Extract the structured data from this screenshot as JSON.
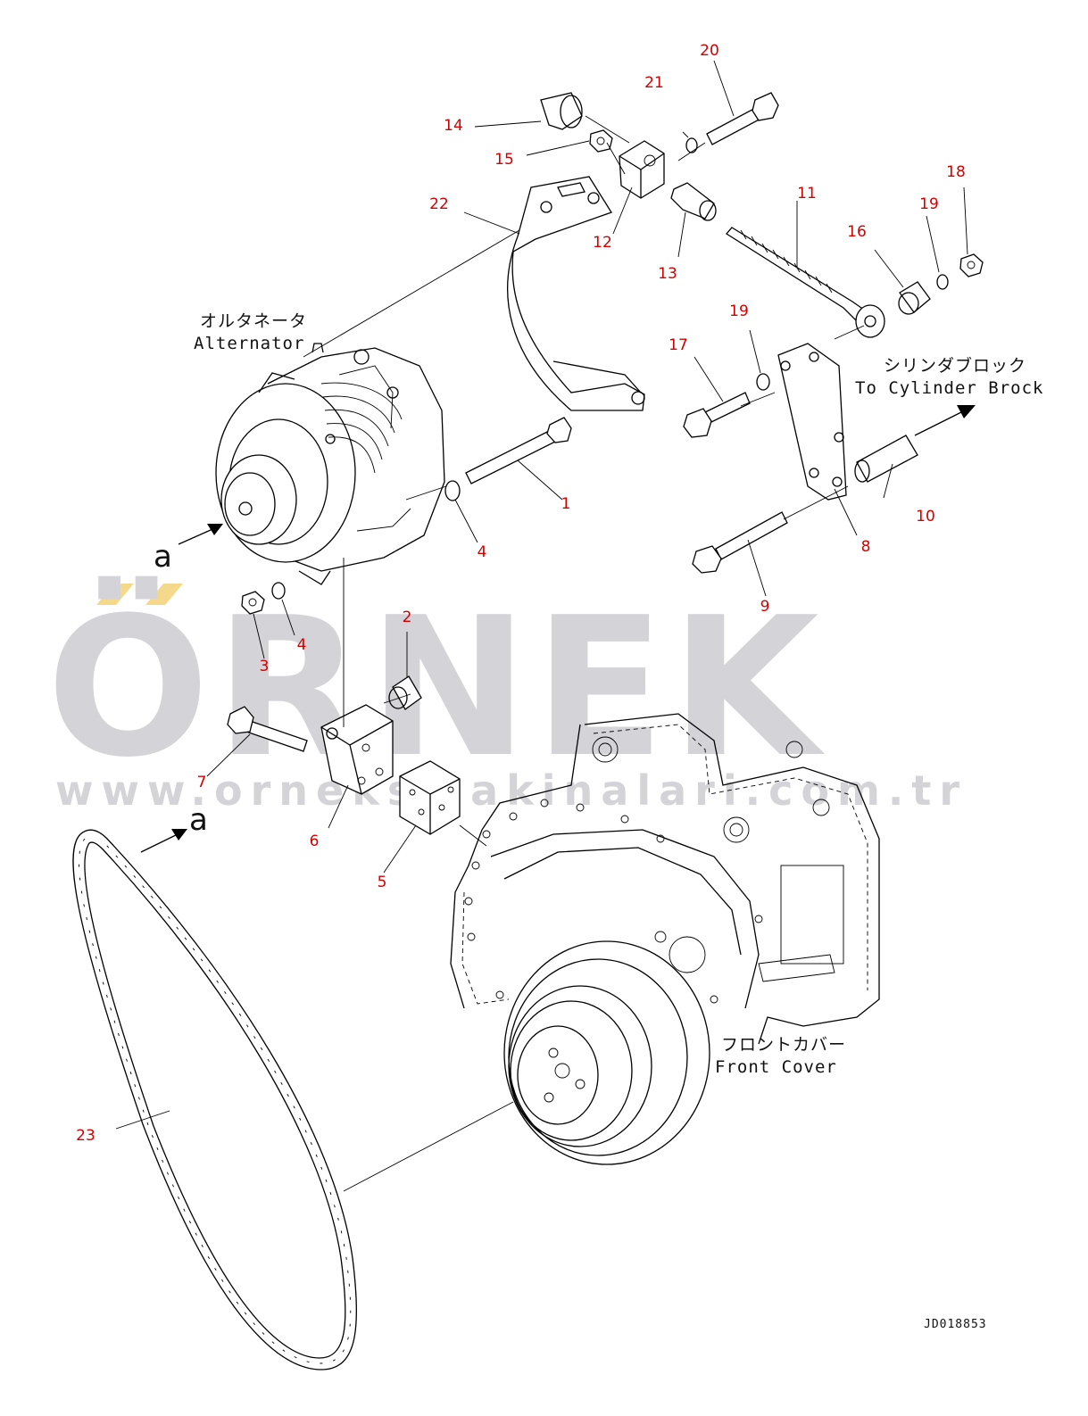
{
  "watermark": {
    "brand": "ÖRNEK",
    "url": "www.orneksmakinalari.com.tr",
    "accent_color": "#f5d98a",
    "gray_color": "#d4d3d8"
  },
  "labels": {
    "alternator_jp": "オルタネータ",
    "alternator_en": "Alternator",
    "cylinder_jp": "シリンダブロック",
    "cylinder_en": "To Cylinder Brock",
    "front_cover_jp": "フロントカバー",
    "front_cover_en": "Front Cover",
    "view_a_1": "a",
    "view_a_2": "a"
  },
  "drawing_code": "JD018853",
  "callouts": {
    "c1": "1",
    "c2": "2",
    "c3": "3",
    "c4a": "4",
    "c4b": "4",
    "c5": "5",
    "c6": "6",
    "c7": "7",
    "c8": "8",
    "c9": "9",
    "c10": "10",
    "c11": "11",
    "c12": "12",
    "c13": "13",
    "c14": "14",
    "c15": "15",
    "c16": "16",
    "c17": "17",
    "c18": "18",
    "c19a": "19",
    "c19b": "19",
    "c20": "20",
    "c21": "21",
    "c22": "22",
    "c23": "23"
  },
  "colors": {
    "callout": "#d40000",
    "line": "#000000"
  }
}
